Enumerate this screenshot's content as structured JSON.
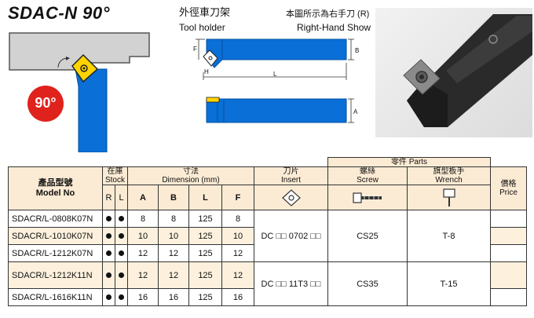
{
  "header": {
    "title": "SDAC-N 90°",
    "tool_holder_zh": "外徑車刀架",
    "tool_holder_en": "Tool holder",
    "show_zh": "本圖所示為右手刀 (R)",
    "show_en": "Right-Hand Show",
    "angle_badge": "90°"
  },
  "drawing": {
    "dim_h": "H",
    "dim_f": "F",
    "dim_b": "B",
    "dim_l": "L",
    "dim_a": "A"
  },
  "colors": {
    "tool_blue": "#0a6fd6",
    "insert_yellow": "#ffd400",
    "badge_red": "#e0221c",
    "header_fill": "#fcebd4",
    "row_fill": "#fdf1de"
  },
  "table": {
    "parts_label": "零件 Parts",
    "model_zh": "產品型號",
    "model_en": "Model No",
    "stock_zh": "在庫",
    "stock_en": "Stock",
    "dim_zh": "寸法",
    "dim_en": "Dimension (mm)",
    "insert_zh": "刀片",
    "insert_en": "Insert",
    "screw_zh": "螺絲",
    "screw_en": "Screw",
    "wrench_zh": "旗型板手",
    "wrench_en": "Wrench",
    "price_zh": "價格",
    "price_en": "Price",
    "col_r": "R",
    "col_l": "L",
    "col_a": "A",
    "col_b": "B",
    "col_len": "L",
    "col_f": "F",
    "rows": [
      {
        "model": "SDACR/L-0808K07N",
        "a": "8",
        "b": "8",
        "l": "125",
        "f": "8"
      },
      {
        "model": "SDACR/L-1010K07N",
        "a": "10",
        "b": "10",
        "l": "125",
        "f": "10"
      },
      {
        "model": "SDACR/L-1212K07N",
        "a": "12",
        "b": "12",
        "l": "125",
        "f": "12"
      },
      {
        "model": "SDACR/L-1212K11N",
        "a": "12",
        "b": "12",
        "l": "125",
        "f": "12"
      },
      {
        "model": "SDACR/L-1616K11N",
        "a": "16",
        "b": "16",
        "l": "125",
        "f": "16"
      }
    ],
    "groups": [
      {
        "insert": "DC □□ 0702 □□",
        "screw": "CS25",
        "wrench": "T-8"
      },
      {
        "insert": "DC □□ 11T3 □□",
        "screw": "CS35",
        "wrench": "T-15"
      }
    ]
  }
}
